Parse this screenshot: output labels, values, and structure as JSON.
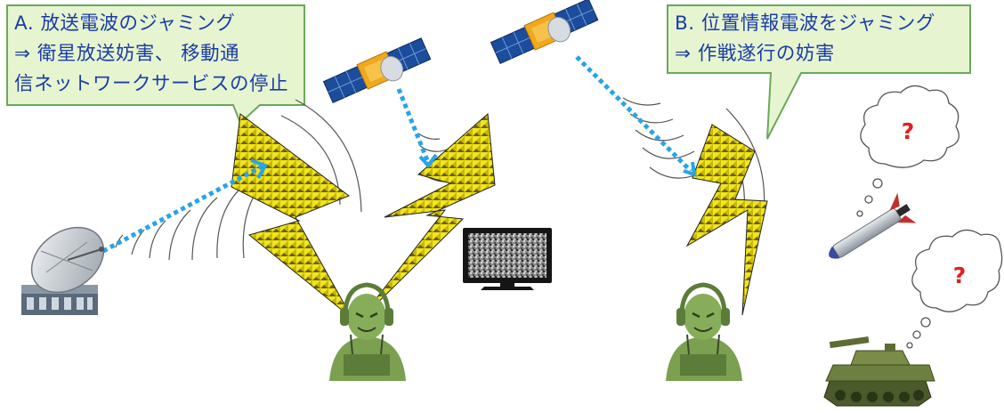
{
  "callout_a": {
    "lines": [
      "A.  放送電波のジャミング",
      "⇒  衛星放送妨害、 移動通",
      "信ネットワークサービスの停止"
    ]
  },
  "callout_b": {
    "lines": [
      "B.  位置情報電波をジャミング",
      "⇒  作戦遂行の妨害"
    ]
  },
  "thought_bubbles": {
    "missile": "?",
    "tank": "?"
  },
  "colors": {
    "callout_fill": "#e6f5d0",
    "callout_border": "#6aa85a",
    "callout_text": "#1a3ca8",
    "signal_arrow": "#2aa3e8",
    "lightning": "#f0e020",
    "jammer_person": "#7aa050",
    "question_mark": "#e02020"
  },
  "icons": [
    "satellite-dish-icon",
    "satellite-icon",
    "lightning-bolt-icon",
    "tv-static-icon",
    "jammer-operator-icon",
    "missile-icon",
    "tank-icon",
    "thought-bubble-icon"
  ]
}
